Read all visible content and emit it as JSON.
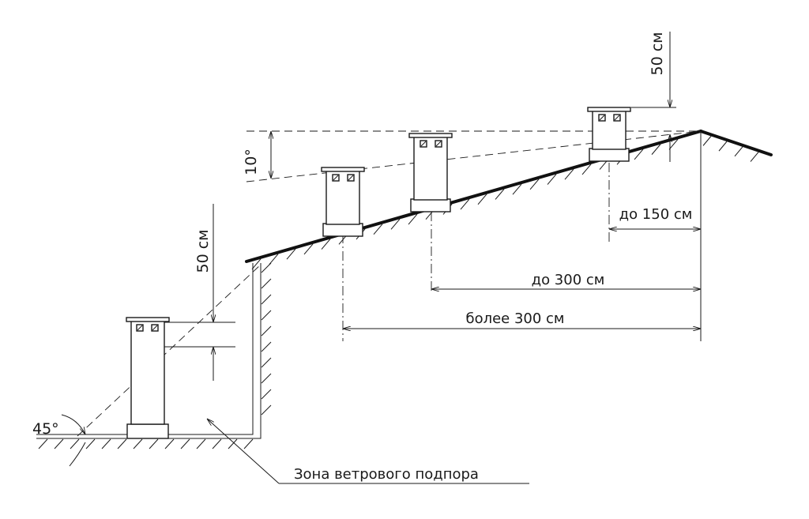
{
  "labels": {
    "angle_10": "10°",
    "height_50_top": "50 см",
    "height_50_left": "50 см",
    "dist_150": "до 150 см",
    "dist_300": "до 300 см",
    "dist_more_300": "более 300 см",
    "angle_45": "45°",
    "zone": "Зона ветрового подпора"
  }
}
